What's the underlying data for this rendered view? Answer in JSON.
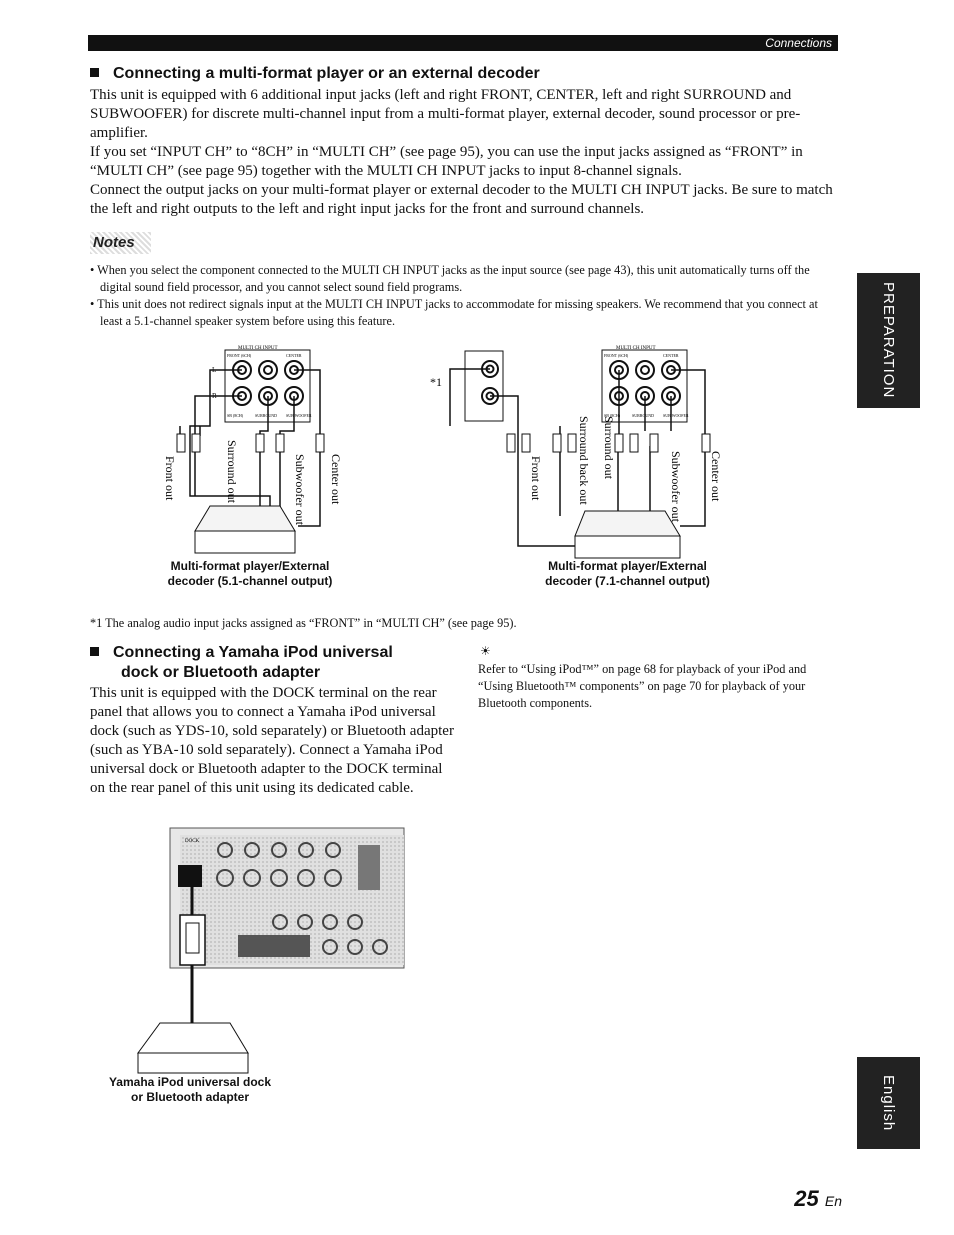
{
  "header": {
    "section": "Connections"
  },
  "section1": {
    "title": "Connecting a multi-format player or an external decoder",
    "p1": "This unit is equipped with 6 additional input jacks (left and right FRONT, CENTER, left and right SURROUND and SUBWOOFER) for discrete multi-channel input from a multi-format player, external decoder, sound processor or pre-amplifier.",
    "p2": "If you set “INPUT CH” to “8CH” in “MULTI CH” (see page 95), you can use the input jacks assigned as “FRONT” in “MULTI CH” (see page 95) together with the MULTI CH INPUT jacks to input 8-channel signals.",
    "p3": "Connect the output jacks on your multi-format player or external decoder to the MULTI CH INPUT jacks. Be sure to match the left and right outputs to the left and right input jacks for the front and surround channels."
  },
  "notes": {
    "title": "Notes",
    "items": [
      "When you select the component connected to the MULTI CH INPUT jacks as the input source (see page 43), this unit automatically turns off the digital sound field processor, and you cannot select sound field programs.",
      "This unit does not redirect signals input at the MULTI CH INPUT jacks to accommodate for missing speakers. We recommend that you connect at least a 5.1-channel speaker system before using this feature."
    ]
  },
  "diagram": {
    "panel_title": "MULTI CH INPUT",
    "jack_front": "FRONT (6CH)",
    "jack_center": "CENTER",
    "jack_sb": "SB (8CH)",
    "jack_surround": "SURROUND",
    "jack_sub": "SUB WOOFER",
    "left_marker": "L",
    "right_marker": "R",
    "label_front_out": "Front out",
    "label_surround_out": "Surround out",
    "label_surround_back_out": "Surround back out",
    "label_subwoofer_out": "Subwoofer out",
    "label_center_out": "Center out",
    "marker_star": "*1",
    "caption_left_line1": "Multi-format player/External",
    "caption_left_line2": "decoder (5.1-channel output)",
    "caption_right_line1": "Multi-format player/External",
    "caption_right_line2": "decoder (7.1-channel output)"
  },
  "footnote": "*1 The analog audio input jacks assigned as “FRONT” in “MULTI CH” (see page 95).",
  "section2": {
    "title_line1": "Connecting a Yamaha iPod universal",
    "title_line2": "dock or Bluetooth adapter",
    "body": "This unit is equipped with the DOCK terminal on the rear panel that allows you to connect a Yamaha iPod universal dock (such as YDS-10, sold separately) or Bluetooth adapter (such as YBA-10 sold separately). Connect a Yamaha iPod universal dock or Bluetooth adapter to the DOCK terminal on the rear panel of this unit using its dedicated cable.",
    "tip": "Refer to “Using iPod™” on page 68 for playback of your iPod and “Using Bluetooth™ components” on page 70 for playback of your Bluetooth components.",
    "dock_label": "DOCK",
    "caption_line1": "Yamaha iPod universal dock",
    "caption_line2": "or Bluetooth adapter"
  },
  "side_tabs": {
    "preparation": "PREPARATION",
    "english": "English"
  },
  "page": {
    "number": "25",
    "suffix": "En"
  }
}
